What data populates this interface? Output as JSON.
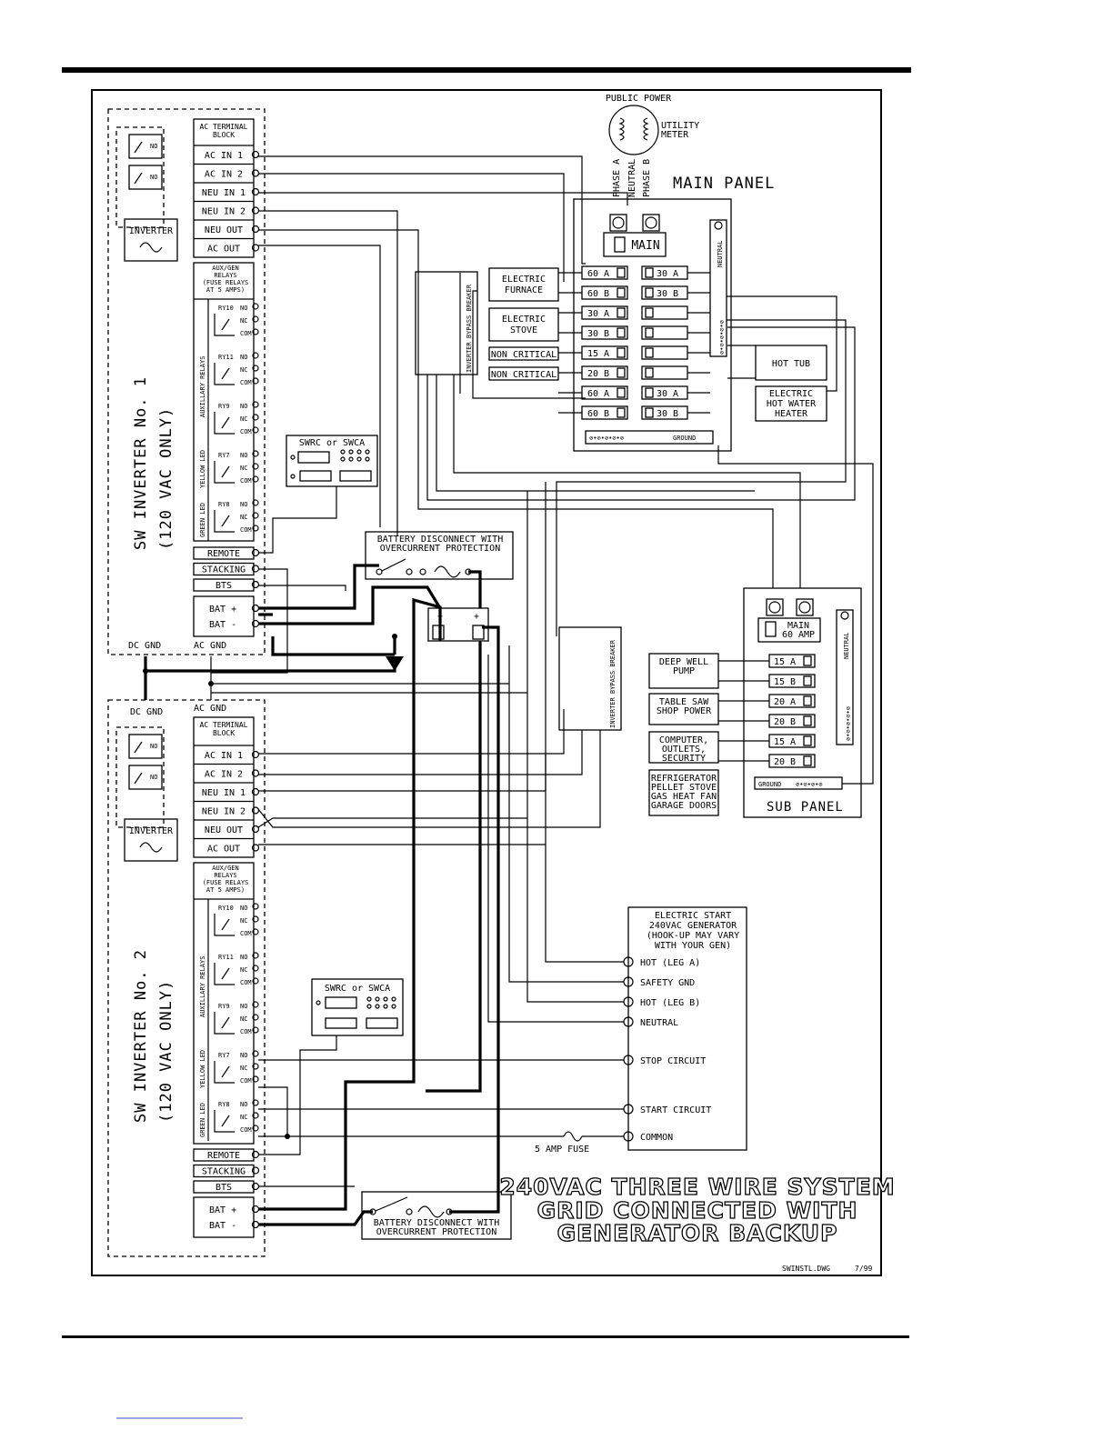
{
  "inverter1": {
    "title_line1": "SW INVERTER No. 1",
    "title_line2": "(120 VAC ONLY)",
    "ac_block": "AC TERMINAL BLOCK",
    "terminals": [
      "AC IN 1",
      "AC IN 2",
      "NEU IN 1",
      "NEU IN 2",
      "NEU OUT",
      "AC OUT"
    ],
    "inverter_label": "INVERTER",
    "relay_header": [
      "AUX/GEN",
      "RELAYS",
      "(FUSE RELAYS",
      "AT 5 AMPS)"
    ],
    "aux_label": "AUXILLARY RELAYS",
    "yellow_led": "YELLOW LED",
    "green_led": "GREEN LED",
    "relays": [
      "RY10",
      "RY11",
      "RY9",
      "RY7",
      "RY8"
    ],
    "contacts": [
      "NO",
      "NC",
      "COM"
    ],
    "bottom_terms": [
      "REMOTE",
      "STACKING",
      "BTS"
    ],
    "bat_plus": "BAT +",
    "bat_minus": "BAT -",
    "dc_gnd": "DC GND",
    "ac_gnd": "AC GND"
  },
  "inverter2": {
    "title_line1": "SW INVERTER No. 2",
    "title_line2": "(120 VAC ONLY)",
    "ac_block": "AC TERMINAL BLOCK",
    "terminals": [
      "AC IN 1",
      "AC IN 2",
      "NEU IN 1",
      "NEU IN 2",
      "NEU OUT",
      "AC OUT"
    ],
    "inverter_label": "INVERTER",
    "relay_header": [
      "AUX/GEN",
      "RELAYS",
      "(FUSE RELAYS",
      "AT 5 AMPS)"
    ],
    "aux_label": "AUXILLARY RELAYS",
    "yellow_led": "YELLOW LED",
    "green_led": "GREEN LED",
    "relays": [
      "RY10",
      "RY11",
      "RY9",
      "RY7",
      "RY8"
    ],
    "contacts": [
      "NO",
      "NC",
      "COM"
    ],
    "bottom_terms": [
      "REMOTE",
      "STACKING",
      "BTS"
    ],
    "bat_plus": "BAT +",
    "bat_minus": "BAT -",
    "dc_gnd": "DC GND",
    "ac_gnd": "AC GND"
  },
  "remote": {
    "label": "SWRC or SWCA"
  },
  "battery_disconnect": {
    "line1": "BATTERY DISCONNECT WITH",
    "line2": "OVERCURRENT PROTECTION"
  },
  "battery": {
    "minus": "−",
    "plus": "+"
  },
  "bypass_breaker": "INVERTER BYPASS BREAKER",
  "utility": {
    "public_power": "PUBLIC POWER",
    "meter": [
      "UTILITY",
      "METER"
    ],
    "phase_a": "PHASE A",
    "neutral": "NEUTRAL",
    "phase_b": "PHASE B"
  },
  "main_panel": {
    "title": "MAIN PANEL",
    "main": "MAIN",
    "neutral": "NEUTRAL",
    "ground": "GROUND",
    "left_breakers": [
      "60 A",
      "60 B",
      "30 A",
      "30 B",
      "15 A",
      "20 B",
      "60 A",
      "60 B"
    ],
    "right_breakers": [
      "30 A",
      "30 B",
      "",
      "",
      "",
      "",
      "30 A",
      "30 B"
    ],
    "loads_left": [
      [
        "ELECTRIC",
        "FURNACE"
      ],
      [
        "ELECTRIC",
        "STOVE"
      ],
      [
        "NON CRITICAL"
      ],
      [
        "NON CRITICAL"
      ]
    ],
    "hot_tub": "HOT TUB",
    "water_heater": [
      "ELECTRIC",
      "HOT WATER",
      "HEATER"
    ]
  },
  "sub_panel": {
    "title": "SUB PANEL",
    "main": [
      "MAIN",
      "60 AMP"
    ],
    "neutral": "NEUTRAL",
    "ground": "GROUND",
    "breakers": [
      "15 A",
      "15 B",
      "20 A",
      "20 B",
      "15 A",
      "20 B"
    ],
    "loads": [
      [
        "DEEP WELL",
        "PUMP"
      ],
      [
        "TABLE SAW",
        "SHOP POWER"
      ],
      [
        "COMPUTER,",
        "OUTLETS,",
        "SECURITY"
      ],
      [
        "REFRIGERATOR",
        "PELLET STOVE",
        "GAS HEAT FAN",
        "GARAGE DOORS"
      ]
    ]
  },
  "generator": {
    "header": [
      "ELECTRIC START",
      "240VAC GENERATOR",
      "(HOOK-UP MAY VARY",
      "WITH YOUR GEN)"
    ],
    "terminals": [
      "HOT (LEG A)",
      "SAFETY GND",
      "HOT (LEG B)",
      "NEUTRAL",
      "STOP CIRCUIT",
      "START CIRCUIT",
      "COMMON"
    ]
  },
  "fuse_label": "5 AMP FUSE",
  "title": [
    "240VAC THREE WIRE SYSTEM",
    "GRID CONNECTED WITH",
    "GENERATOR BACKUP"
  ],
  "drawing_id": "SWINSTL.DWG",
  "drawing_date": "7/99"
}
